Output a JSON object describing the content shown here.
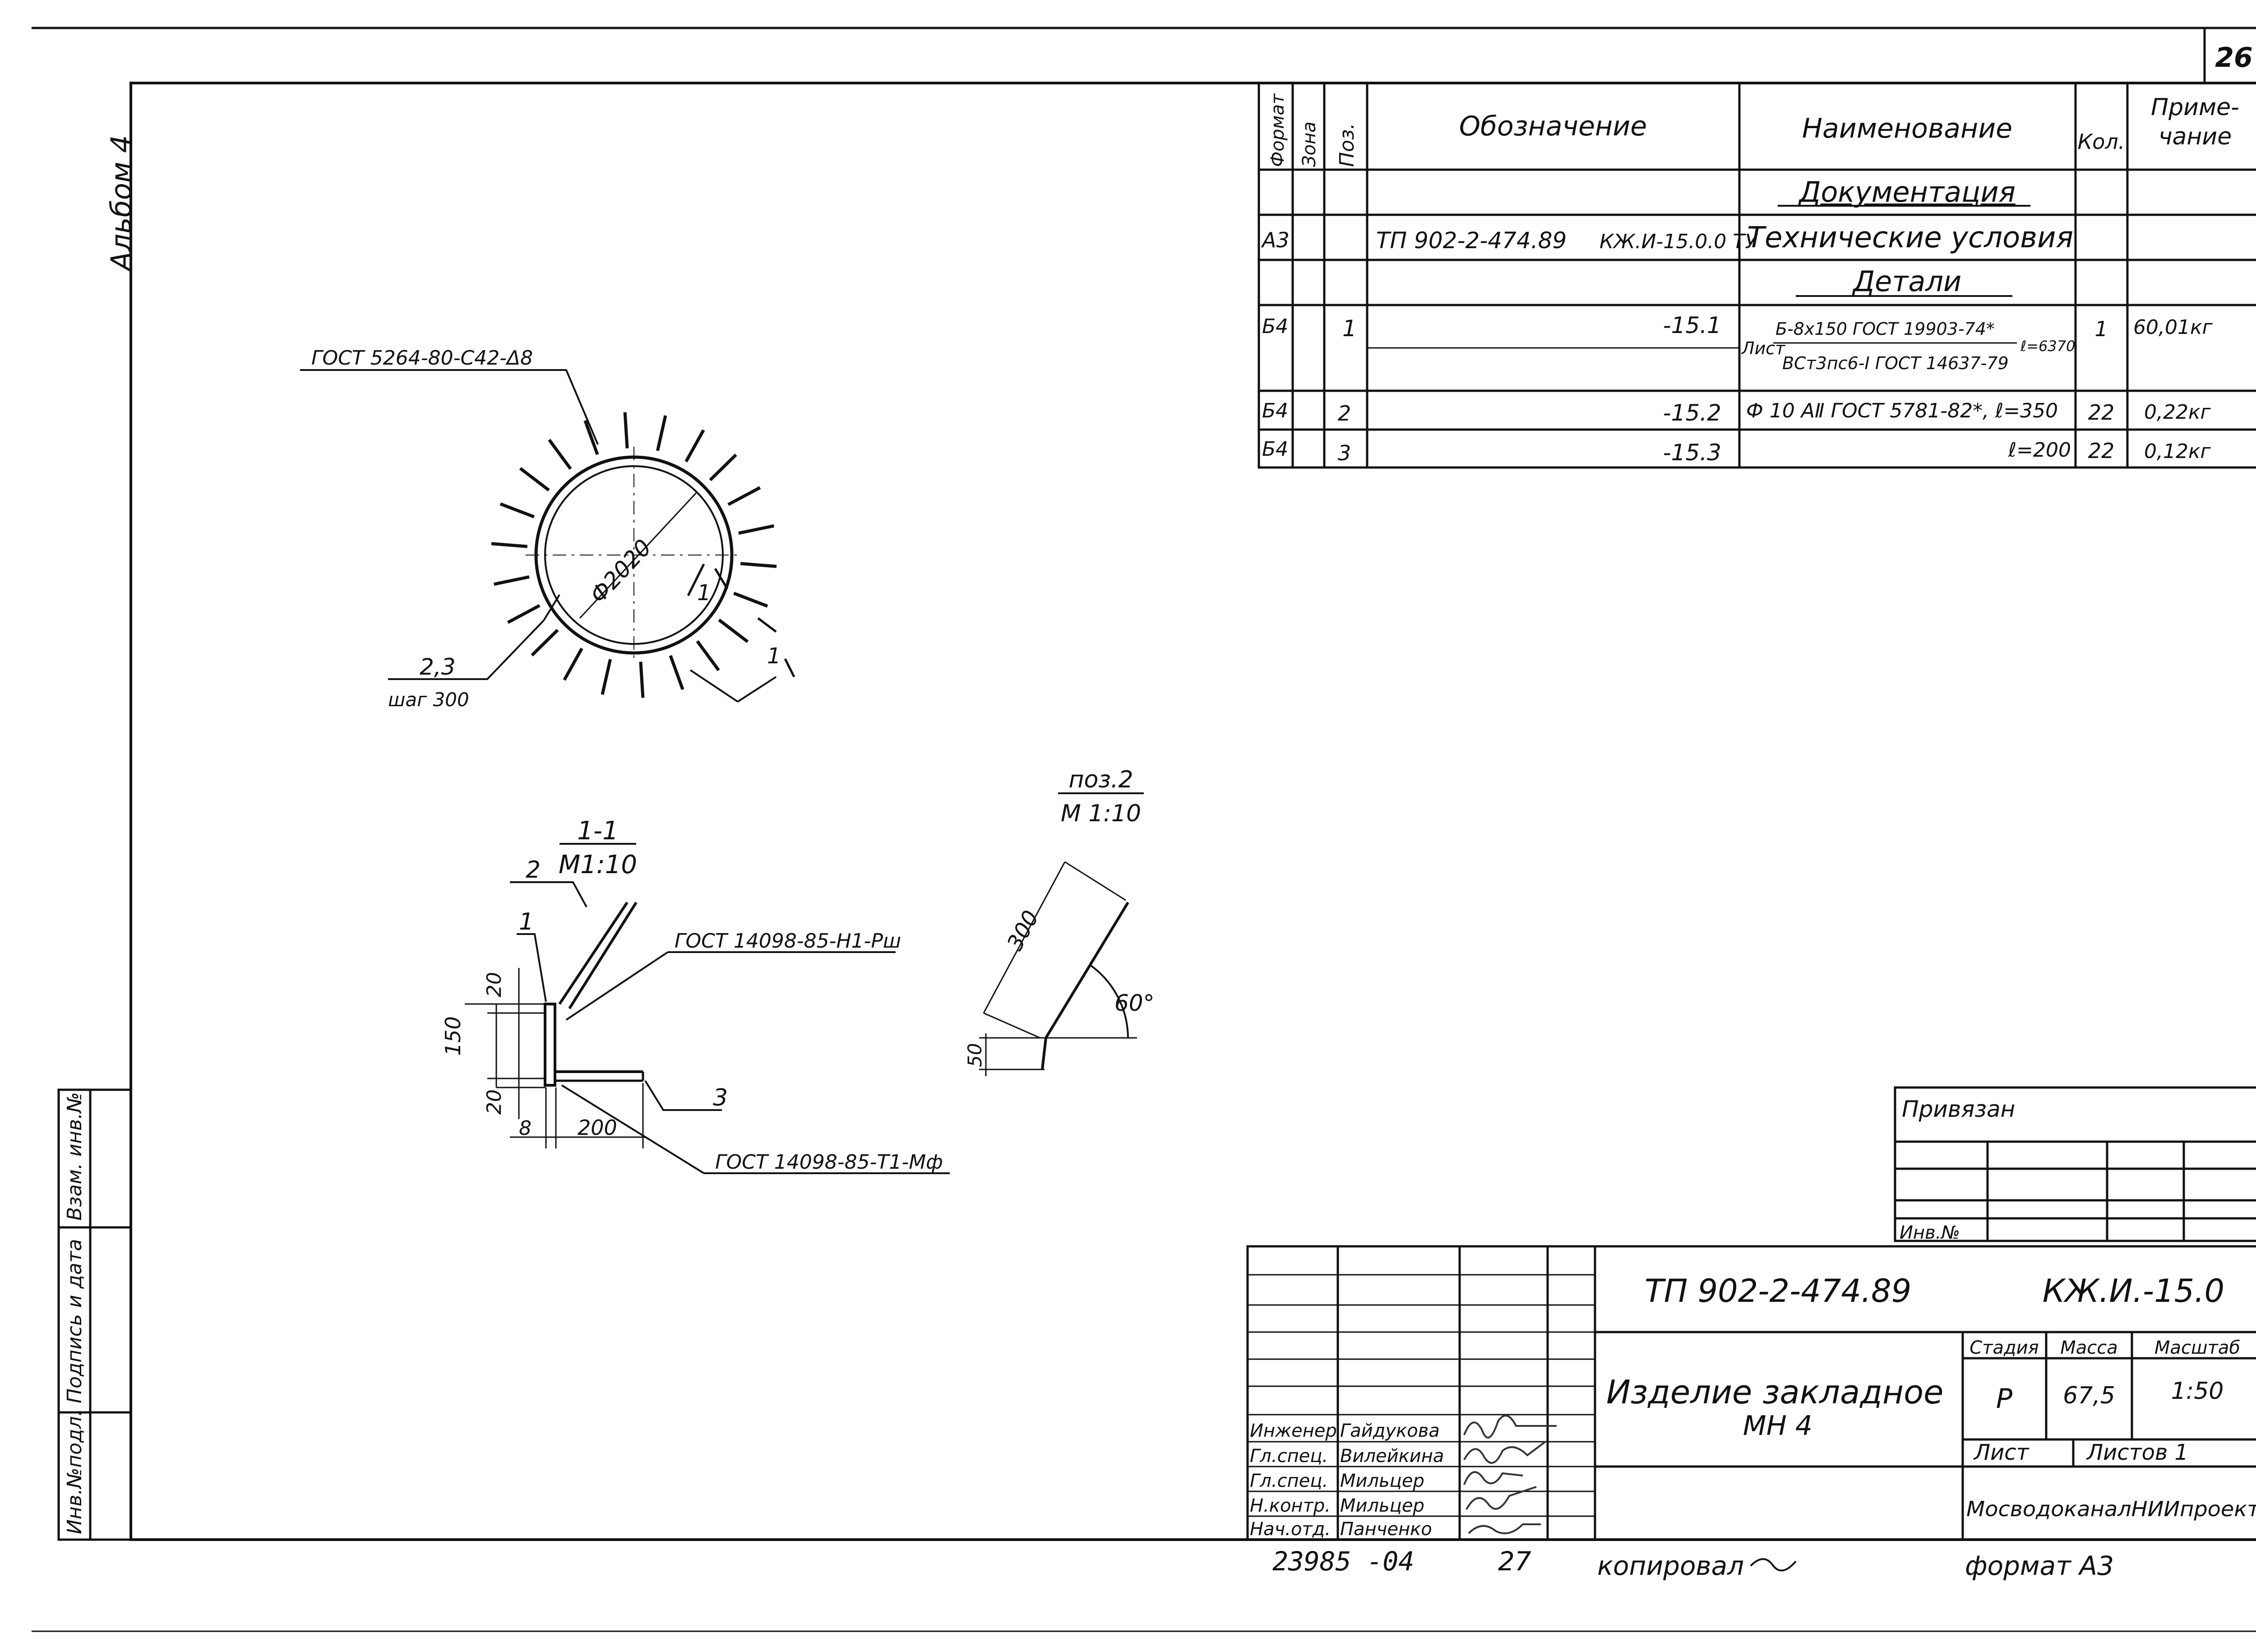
{
  "sheet": {
    "page_number": "26",
    "album": "Альбом 4",
    "bottom_left_code": "23985 -04",
    "bottom_number": "27",
    "copied": "копировал",
    "format": "формат А3"
  },
  "spec_table": {
    "headers": [
      "Формат",
      "Зона",
      "Поз.",
      "Обозначение",
      "Наименование",
      "Кол.",
      "Приме-",
      "чание"
    ],
    "section_docs": "Документация",
    "section_parts": "Детали",
    "doc_row": {
      "format": "А3",
      "designation_a": "ТП 902-2-474.89",
      "designation_b": "КЖ.И-15.0.0 ТУ",
      "name": "Технические условия"
    },
    "rows": [
      {
        "format": "Б4",
        "pos": "1",
        "designation": "-15.1",
        "name_prefix": "Лист",
        "name_top": "Б-8х150 ГОСТ 19903-74*",
        "name_bottom": "ВСт3пс6-I ГОСТ 14637-79",
        "name_len": "ℓ=6370",
        "qty": "1",
        "note": "60,01кг"
      },
      {
        "format": "Б4",
        "pos": "2",
        "designation": "-15.2",
        "name": "Ф 10 АⅡ ГОСТ 5781-82*, ℓ=350",
        "qty": "22",
        "note": "0,22кг"
      },
      {
        "format": "Б4",
        "pos": "3",
        "designation": "-15.3",
        "name": "ℓ=200",
        "qty": "22",
        "note": "0,12кг"
      }
    ]
  },
  "drawing": {
    "circle_label": "ГОСТ 5264-80-С42-Δ8",
    "diameter": "Ф2020",
    "section_mark": "1",
    "pitch_pos": "2,3",
    "pitch": "шаг 300",
    "section_title": "1-1",
    "section_scale": "М1:10",
    "pos2_title": "поз.2",
    "pos2_scale": "М 1:10",
    "weld_top": "ГОСТ 14098-85-Н1-Рш",
    "weld_bottom": "ГОСТ 14098-85-Т1-Мф",
    "label_1": "1",
    "label_2": "2",
    "label_3": "3",
    "dim_20a": "20",
    "dim_150": "150",
    "dim_20b": "20",
    "dim_8": "8",
    "dim_200": "200",
    "dim_300": "300",
    "dim_50": "50",
    "angle": "60°"
  },
  "binding": {
    "title": "Привязан",
    "inv": "Инв.№"
  },
  "side_stamp": {
    "inv_podl": "Инв.№подл.",
    "podpis": "Подпись и дата",
    "vzam": "Взам. инв.№"
  },
  "title_block": {
    "code": "ТП 902-2-474.89",
    "sheet_code": "КЖ.И.-15.0",
    "name_line1": "Изделие закладное",
    "name_line2": "МН 4",
    "stage_label": "Стадия",
    "mass_label": "Масса",
    "scale_label": "Масштаб",
    "stage": "Р",
    "mass": "67,5",
    "scale": "1:50",
    "sheet_label": "Лист",
    "sheets_label": "Листов 1",
    "organization": "МосводоканалНИИпроект",
    "staff": [
      {
        "role": "Инженер",
        "name": "Гайдукова"
      },
      {
        "role": "Гл.спец.",
        "name": "Вилейкина"
      },
      {
        "role": "Гл.спец.",
        "name": "Мильцер"
      },
      {
        "role": "Н.контр.",
        "name": "Мильцер"
      },
      {
        "role": "Нач.отд.",
        "name": "Панченко"
      }
    ]
  }
}
